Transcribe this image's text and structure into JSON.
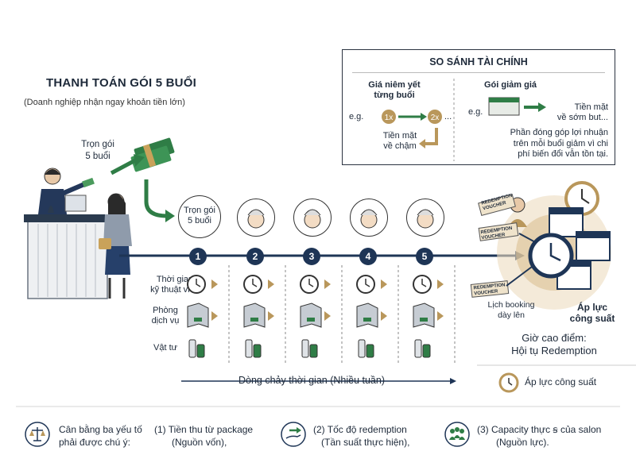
{
  "header": {
    "title": "THANH TOÁN GÓI 5 BUỔI",
    "subtitle": "(Doanh nghiệp nhận ngay khoản tiền lớn)",
    "package_line1": "Trọn gói",
    "package_line2": "5 buổi"
  },
  "finance": {
    "title": "SO SÁNH TÀI CHÍNH",
    "left_heading_line1": "Giá niêm yết",
    "left_heading_line2": "từng buổi",
    "left_eg": "e.g.",
    "left_token1": "1x",
    "left_token2": "2x",
    "left_ellipsis": "...",
    "left_note_line1": "Tiền mặt",
    "left_note_line2": "về chậm",
    "right_heading": "Gói giảm giá",
    "right_eg": "e.g.",
    "right_cash_line1": "Tiền mặt",
    "right_cash_line2": "về sớm but...",
    "right_note_line1": "Phần đóng góp lợi nhuận",
    "right_note_line2": "trên mỗi buổi giảm vì chi",
    "right_note_line3": "phí biến đổi vẫn tồn tại."
  },
  "timeline": {
    "start_line1": "Trọn gói",
    "start_line2": "5 buổi",
    "steps": [
      "1",
      "2",
      "3",
      "4",
      "5"
    ],
    "row_labels": {
      "tech_time_line1": "Thời gian",
      "tech_time_line2": "kỹ thuật viên",
      "room_line1": "Phòng",
      "room_line2": "dịch vụ",
      "supplies": "Vật tư"
    },
    "flow_label": "Dòng chảy thời gian (Nhiều tuần)",
    "legend_label": "Áp lực công suất"
  },
  "peak": {
    "voucher": "REDEMPTION VOUCHER",
    "booking_line1": "Lịch booking",
    "booking_line2": "dày lên",
    "pressure_line1": "Áp lực",
    "pressure_line2": "công suất",
    "peak_line1": "Giờ cao điểm:",
    "peak_line2": "Hội tụ Redemption"
  },
  "bottom": {
    "balance_line1": "Cân bằng ba yếu tố",
    "balance_line2": "phải được chú ý:",
    "factor1_line1": "(1) Tiền thu từ package",
    "factor1_line2": "(Nguồn vốn),",
    "factor2_line1": "(2) Tốc độ redemption",
    "factor2_line2": "(Tần suất thực hiện),",
    "factor3_line1": "(3) Capacity thực ꞩ của salon",
    "factor3_line2": "(Nguồn lực)."
  },
  "colors": {
    "navy": "#1e3556",
    "gold": "#b9975b",
    "green": "#2f7d46",
    "gray": "#8a8f96"
  },
  "icons": [
    "scale-icon",
    "hand-coin-icon",
    "people-icon",
    "clock-icon",
    "room-icon",
    "supplies-icon",
    "calendar-icon",
    "face-icon"
  ]
}
